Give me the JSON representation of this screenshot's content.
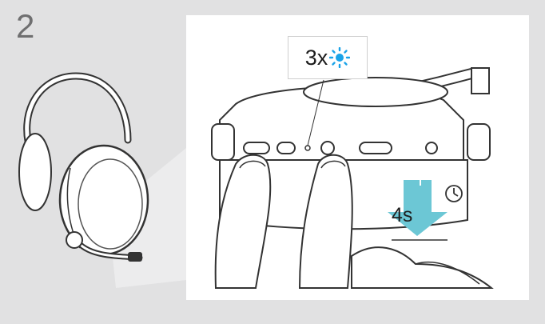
{
  "step": {
    "number": "2"
  },
  "callout": {
    "text": "3x",
    "icon": "blue-led-flash-icon",
    "color": "#1aa3e8"
  },
  "timer": {
    "duration": "4s",
    "icon": "clock-icon"
  },
  "colors": {
    "background": "#e1e1e2",
    "panel": "#ffffff",
    "accent_blue": "#1aa3e8",
    "arrow_teal": "#6cc7d5"
  }
}
